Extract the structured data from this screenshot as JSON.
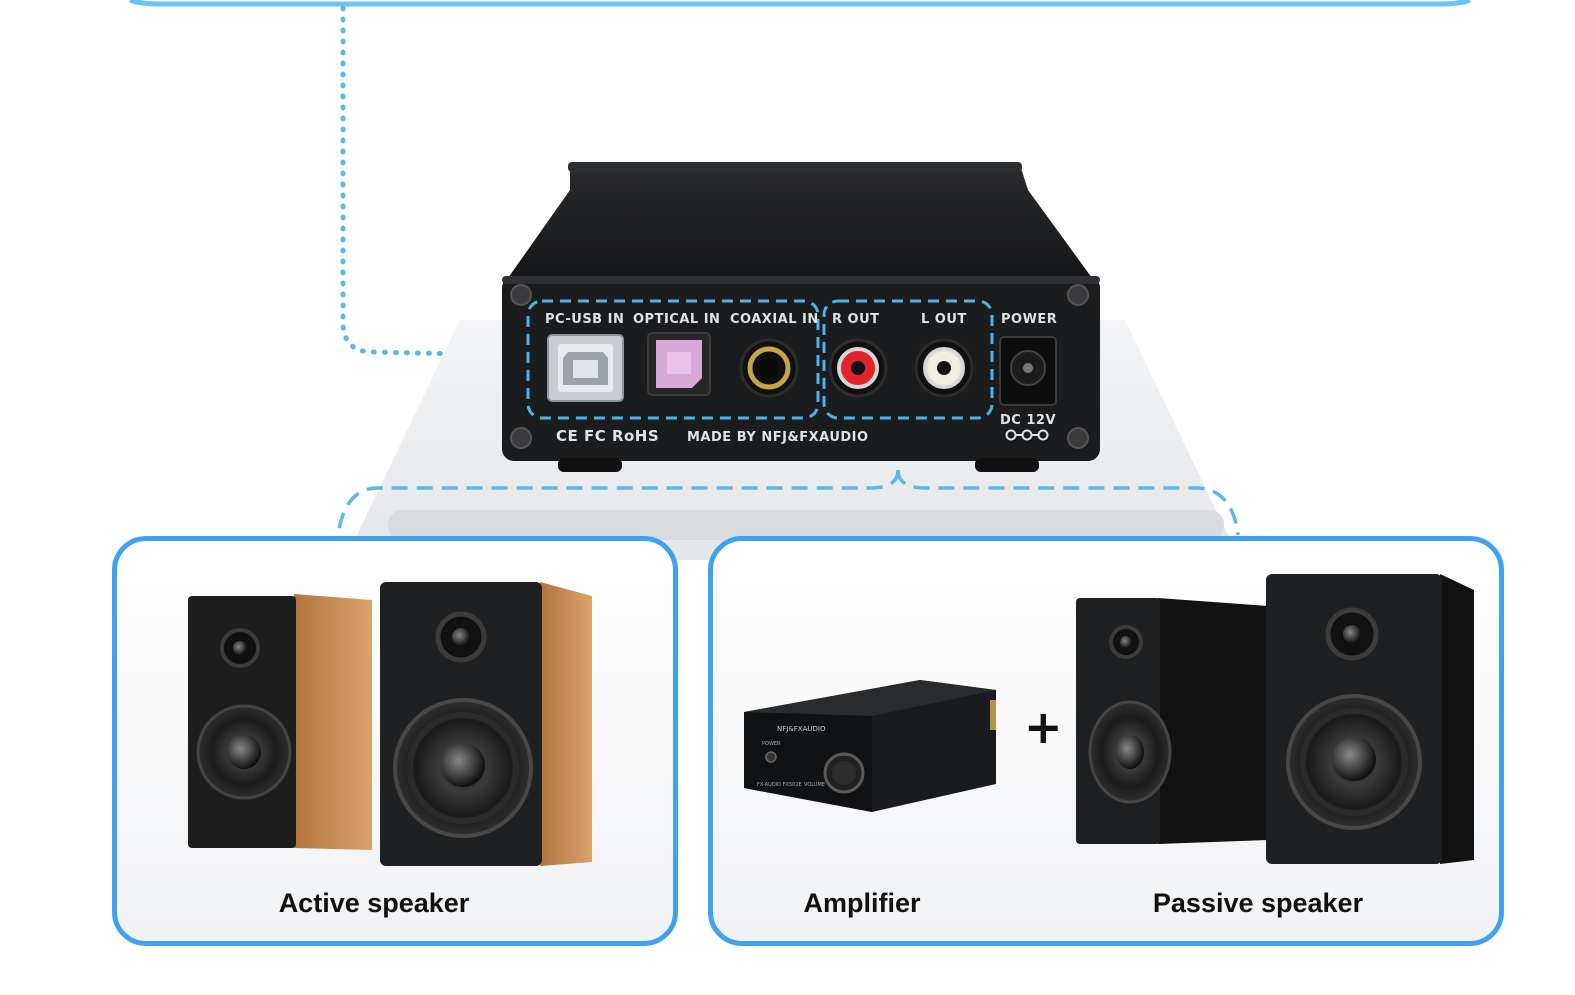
{
  "device": {
    "ports": {
      "usb": "PC-USB IN",
      "optical": "OPTICAL IN",
      "coaxial": "COAXIAL IN",
      "r_out": "R OUT",
      "l_out": "L OUT",
      "power": "POWER"
    },
    "power_spec": "DC 12V",
    "maker": "MADE BY NFJ&FXAUDIO",
    "certifications": "CE FC RoHS"
  },
  "amplifier_brand": "NFJ&FXAUDIO",
  "amplifier_knob_labels": [
    "POWER",
    "FX-AUDIO FX502E",
    "VOLUME"
  ],
  "panels": {
    "left": {
      "label": "Active speaker"
    },
    "right": {
      "amplifier_label": "Amplifier",
      "plus": "+",
      "speaker_label": "Passive speaker"
    }
  },
  "colors": {
    "accent_blue": "#3ea2f0",
    "dotted_blue": "#5ab8ea",
    "device_black": "#1b1c1e",
    "wood": "#c88a52"
  }
}
